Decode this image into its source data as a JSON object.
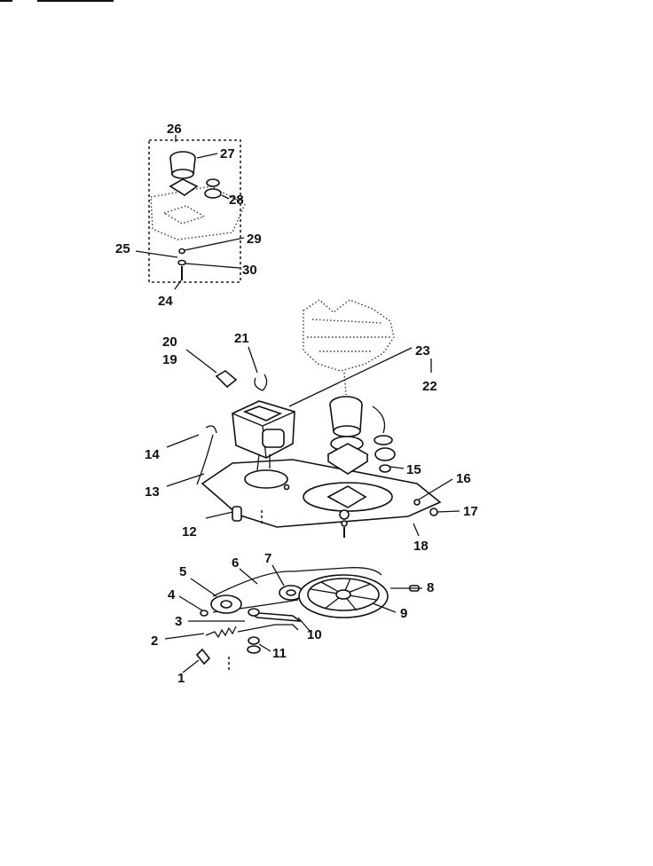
{
  "labels": {
    "l1": "1",
    "l2": "2",
    "l3": "3",
    "l4": "4",
    "l5": "5",
    "l6": "6",
    "l7": "7",
    "l8": "8",
    "l9": "9",
    "l10": "10",
    "l11": "11",
    "l12": "12",
    "l13": "13",
    "l14": "14",
    "l15": "15",
    "l16": "16",
    "l17": "17",
    "l18": "18",
    "l19": "19",
    "l20": "20",
    "l21": "21",
    "l22": "22",
    "l23": "23",
    "l24": "24",
    "l25": "25",
    "l26": "26",
    "l27": "27",
    "l28": "28",
    "l29": "29",
    "l30": "30"
  }
}
